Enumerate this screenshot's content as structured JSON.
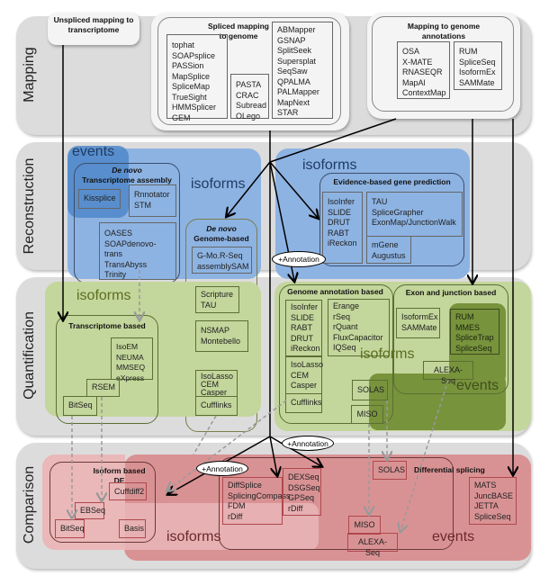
{
  "stages": {
    "mapping": "Mapping",
    "reconstruction": "Reconstruction",
    "quantification": "Quantification",
    "comparison": "Comparison"
  },
  "mapping": {
    "unspliced_title": "Unspliced mapping to transcriptome",
    "spliced_title": "Spliced mapping to genome",
    "spliced_lists": [
      [
        "tophat",
        "SOAPsplice",
        "PASSion",
        "MapSplice",
        "SpliceMap",
        "TrueSight",
        "HMMSplicer",
        "GEM"
      ],
      [
        "PASTA",
        "CRAC",
        "Subread",
        "OLego"
      ],
      [
        "ABMapper",
        "GSNAP",
        "SplitSeek",
        "Supersplat",
        "SeqSaw",
        "QPALMA",
        "PALMapper",
        "MapNext",
        "STAR"
      ]
    ],
    "annot_title": "Mapping to genome annotations",
    "annot_lists": [
      [
        "OSA",
        "X-MATE",
        "RNASEQR",
        "MapAl",
        "ContextMap"
      ],
      [
        "RUM",
        "SpliceSeq",
        "IsoformEx",
        "SAMMate"
      ]
    ]
  },
  "reconstruction": {
    "events_label": "events",
    "isoforms_label_left": "isoforms",
    "isoforms_label_right": "isoforms",
    "denovo_tx_title_1": "De novo",
    "denovo_tx_title_2": "Transcriptome assembly",
    "kissplice": [
      "Kissplice"
    ],
    "rnnotator": [
      "Rnnotator",
      "STM"
    ],
    "oases": [
      "OASES",
      "SOAPdenovo-trans",
      "TransAbyss",
      "Trinity"
    ],
    "denovo_genome_title_1": "De novo",
    "denovo_genome_title_2": "Genome-based",
    "gmor": [
      "G-Mo.R-Seq",
      "assemblySAM"
    ],
    "evidence_title": "Evidence-based gene prediction",
    "isoinfer": [
      "IsoInfer",
      "SLIDE",
      "DRUT",
      "RABT",
      "iReckon"
    ],
    "tau": [
      "TAU",
      "SpliceGrapher",
      "ExonMap/JunctionWalk"
    ],
    "mgene": [
      "mGene",
      "Augustus"
    ],
    "annotation_oval": "+Annotation"
  },
  "quantification": {
    "isoforms_label_left": "isoforms",
    "tx_title": "Transcriptome based",
    "isoem": [
      "IsoEM",
      "NEUMA",
      "MMSEQ",
      "eXpress"
    ],
    "rsem": [
      "RSEM"
    ],
    "bitseq": [
      "BitSeq"
    ],
    "scripture": [
      "Scripture",
      "TAU"
    ],
    "nsmap": [
      "NSMAP",
      "Montebello"
    ],
    "isolasso_left": [
      "IsoLasso",
      "CEM",
      "Casper"
    ],
    "cufflinks_left": [
      "Cufflinks"
    ],
    "genome_annot_title": "Genome annotation based",
    "isoinfer": [
      "IsoInfer",
      "SLIDE",
      "RABT",
      "DRUT",
      "iReckon"
    ],
    "erange": [
      "Erange",
      "rSeq",
      "rQuant",
      "FluxCapacitor",
      "IQSeq"
    ],
    "isolasso_right": [
      "IsoLasso",
      "CEM",
      "Casper"
    ],
    "cufflinks_right": [
      "Cufflinks"
    ],
    "isoforms_label_right": "isoforms",
    "solas": [
      "SOLAS"
    ],
    "miso": [
      "MISO"
    ],
    "exon_title": "Exon and junction based",
    "isoformex": [
      "IsoformEx",
      "SAMMate"
    ],
    "rum": [
      "RUM",
      "MMES",
      "SpliceTrap",
      "SpliceSeq"
    ],
    "alexa": [
      "ALEXA-Seq"
    ],
    "events_label": "events"
  },
  "comparison": {
    "annotation_oval_1": "+Annotation",
    "annotation_oval_2": "+Annotation",
    "isoform_de_title": "Isoform based DE",
    "cuffdiff2": [
      "Cuffdiff2"
    ],
    "ebseq": [
      "EBSeq"
    ],
    "bitseq": [
      "BitSeq"
    ],
    "basis": [
      "Basis"
    ],
    "isoforms_label": "isoforms",
    "diffsplice": [
      "DiffSplice",
      "SplicingCompass",
      "FDM",
      "rDiff"
    ],
    "dexseq": [
      "DEXSeq",
      "DSGSeq",
      "GPSeq",
      "rDiff"
    ],
    "solas": [
      "SOLAS"
    ],
    "diff_splicing_title": "Differential splicing",
    "miso": [
      "MISO"
    ],
    "alexa": [
      "ALEXA-Seq"
    ],
    "mats": [
      "MATS",
      "JuncBASE",
      "JETTA",
      "SpliceSeq"
    ],
    "events_label": "events"
  },
  "colors": {
    "lane": "#dcdcdc",
    "reconstruction": "#8db3e2",
    "events_blue": "#4f87c9",
    "quantification": "#c3d69b",
    "events_green": "#77933c",
    "comparison_light": "#eab8b9",
    "comparison_dark": "#d99294"
  }
}
